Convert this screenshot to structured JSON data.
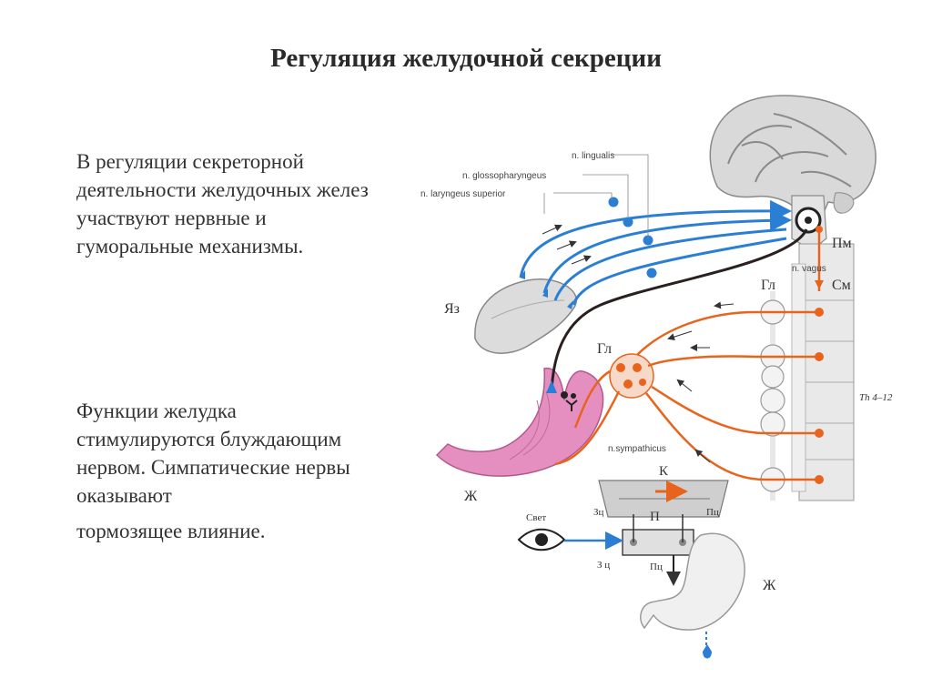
{
  "slide": {
    "title": "Регуляция желудочной секреции",
    "paragraph1": "В регуляции секреторной деятельности желудочных желез участвуют нервные и гуморальные механизмы.",
    "paragraph2": "Функции желудка стимулируются блуждающим нервом. Симпатические нервы оказывают",
    "paragraph2_last": "тормозящее влияние."
  },
  "diagram": {
    "labels": {
      "n_lingualis": "n. lingualis",
      "n_glossopharyngeus": "n. glossopharyngeus",
      "n_laryngeus": "n. laryngeus superior",
      "n_vagus": "n. vagus",
      "n_sympathicus": "n.sympathicus",
      "pm": "Пм",
      "sm": "См",
      "gl_top": "Гл",
      "gl_mid": "Гл",
      "yaz": "Яз",
      "zh_left": "Ж",
      "zh_right": "Ж",
      "th": "Th 4–12",
      "k": "К",
      "p": "П",
      "svet": "Свет",
      "zc_top": "Зц",
      "pc_top": "Пц",
      "zc_bottom": "З ц",
      "pc_bottom": "Пц"
    },
    "colors": {
      "afferent": "#2a7fd4",
      "sympathetic": "#e8641c",
      "vagus": "#2b2020",
      "stomach": "#e58fc0",
      "gray": "#bdbdbd"
    }
  }
}
